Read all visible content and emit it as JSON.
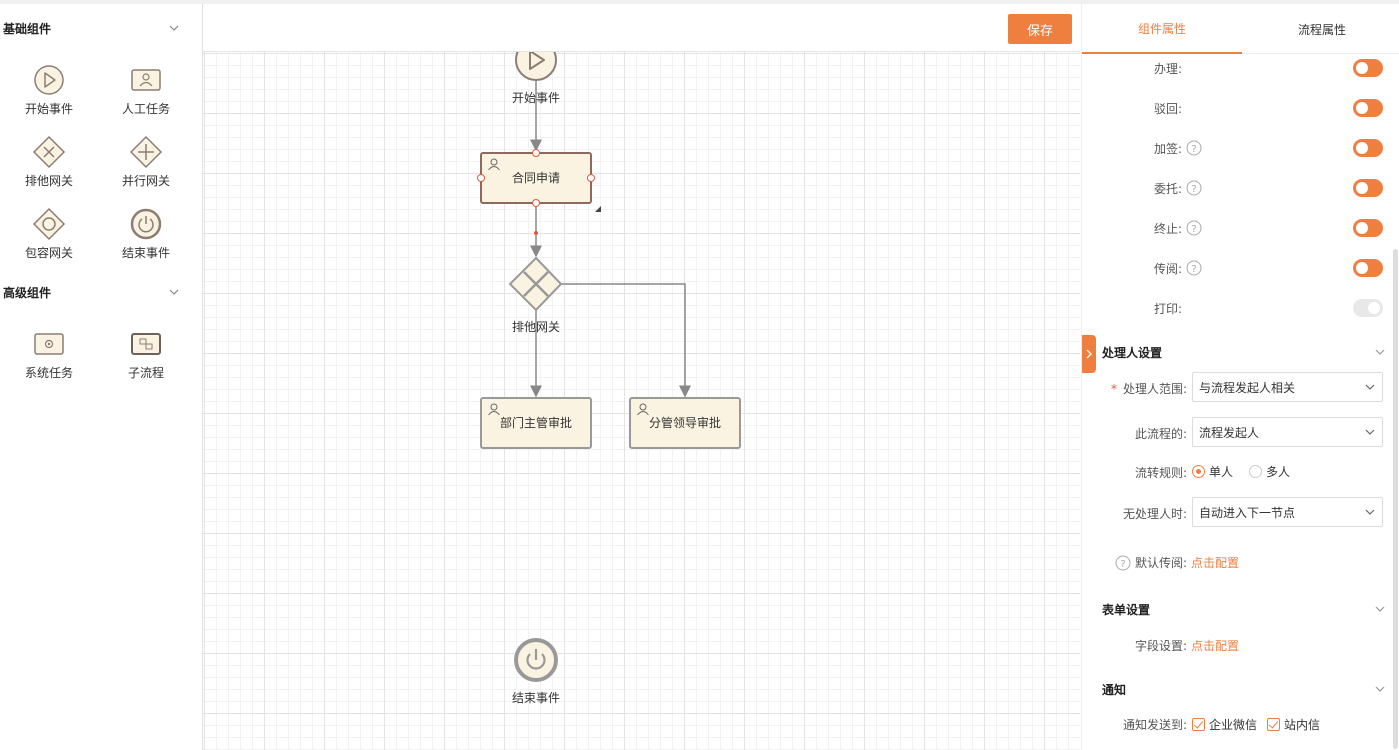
{
  "palette": {
    "basic_title": "基础组件",
    "basic_items": [
      {
        "label": "开始事件",
        "icon": "start-event-icon"
      },
      {
        "label": "人工任务",
        "icon": "user-task-icon"
      },
      {
        "label": "排他网关",
        "icon": "exclusive-gateway-icon"
      },
      {
        "label": "并行网关",
        "icon": "parallel-gateway-icon"
      },
      {
        "label": "包容网关",
        "icon": "inclusive-gateway-icon"
      },
      {
        "label": "结束事件",
        "icon": "end-event-icon"
      }
    ],
    "advanced_title": "高级组件",
    "advanced_items": [
      {
        "label": "系统任务",
        "icon": "system-task-icon"
      },
      {
        "label": "子流程",
        "icon": "subprocess-icon"
      }
    ]
  },
  "toolbar": {
    "save_label": "保存"
  },
  "diagram": {
    "start_label": "开始事件",
    "task_contract": "合同申请",
    "gateway_label": "排他网关",
    "task_dept": "部门主管审批",
    "task_leader": "分管领导审批",
    "end_label": "结束事件"
  },
  "panel": {
    "tabs": [
      "组件属性",
      "流程属性"
    ],
    "toggles": [
      {
        "label": "办理:",
        "help": false,
        "on": true
      },
      {
        "label": "驳回:",
        "help": false,
        "on": true
      },
      {
        "label": "加签:",
        "help": true,
        "on": true
      },
      {
        "label": "委托:",
        "help": true,
        "on": true
      },
      {
        "label": "终止:",
        "help": true,
        "on": true
      },
      {
        "label": "传阅:",
        "help": true,
        "on": true
      },
      {
        "label": "打印:",
        "help": false,
        "on": false,
        "disabled": true
      }
    ],
    "handler": {
      "title": "处理人设置",
      "scope_label": "处理人范围:",
      "scope_value": "与流程发起人相关",
      "of_flow_label": "此流程的:",
      "of_flow_value": "流程发起人",
      "rule_label": "流转规则:",
      "rule_single": "单人",
      "rule_multi": "多人",
      "none_label": "无处理人时:",
      "none_value": "自动进入下一节点",
      "default_cc_label": "默认传阅:",
      "default_cc_link": "点击配置"
    },
    "form": {
      "title": "表单设置",
      "field_label": "字段设置:",
      "field_link": "点击配置"
    },
    "notify": {
      "title": "通知",
      "send_label": "通知发送到:",
      "opt_wecom": "企业微信",
      "opt_site": "站内信"
    }
  },
  "colors": {
    "accent": "#ef7f3f",
    "task_fill": "#fbf3e2"
  }
}
